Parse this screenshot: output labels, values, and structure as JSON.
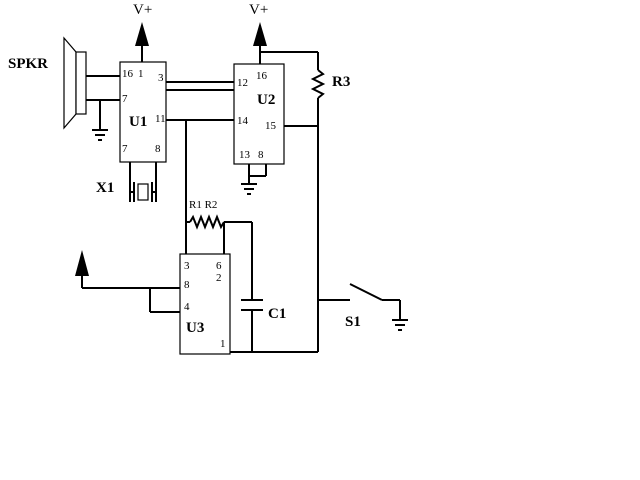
{
  "labels": {
    "speaker": "SPKR",
    "u1": "U1",
    "u2": "U2",
    "u3": "U3",
    "x1": "X1",
    "r1r2": "R1 R2",
    "r3": "R3",
    "c1": "C1",
    "s1": "S1",
    "vplus_u1": "V+",
    "vplus_u2": "V+"
  },
  "u1_pins": {
    "p16": "16",
    "p1": "1",
    "p3": "3",
    "p7a": "7",
    "p11": "11",
    "p7b": "7",
    "p8": "8"
  },
  "u2_pins": {
    "p16": "16",
    "p12": "12",
    "p14": "14",
    "p15": "15",
    "p13": "13",
    "p8": "8"
  },
  "u3_pins": {
    "p3": "3",
    "p8": "8",
    "p4": "4",
    "p6": "6",
    "p2": "2",
    "p1": "1"
  }
}
